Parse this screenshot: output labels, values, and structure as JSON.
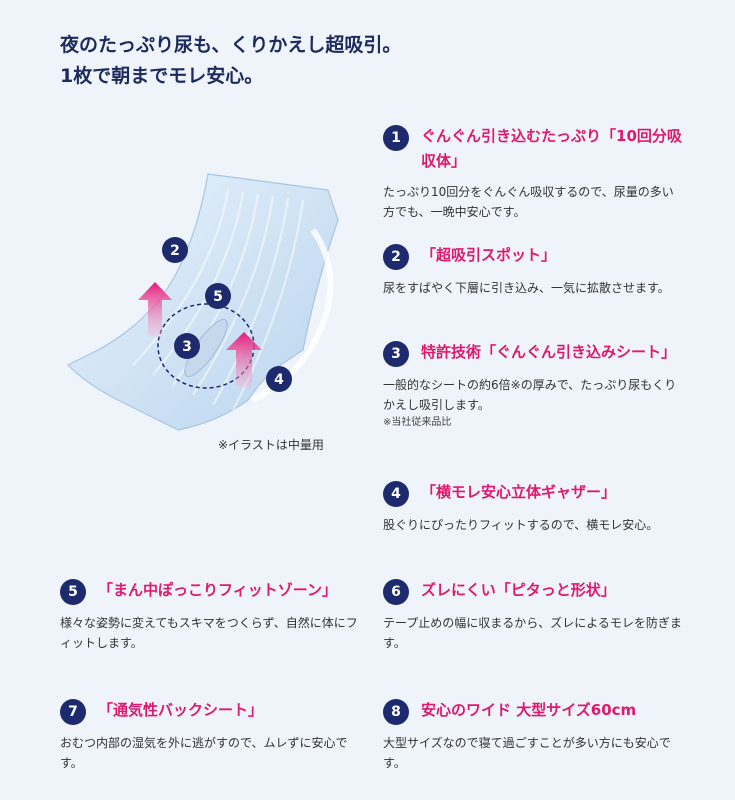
{
  "headline": {
    "line1": "夜のたっぷり尿も、くりかえし超吸引。",
    "line2": "1枚で朝までモレ安心。"
  },
  "illustration": {
    "note": "※イラストは中量用",
    "markers": [
      "2",
      "5",
      "3",
      "4"
    ],
    "colors": {
      "pad": "#cfe2f4",
      "arrow": "#e4187a",
      "marker": "#1d2a6e"
    }
  },
  "features": [
    {
      "num": "1",
      "title": "ぐんぐん引き込むたっぷり「10回分吸収体」",
      "desc": "たっぷり10回分をぐんぐん吸収するので、尿量の多い方でも、一晩中安心です。",
      "note": ""
    },
    {
      "num": "2",
      "title": "「超吸引スポット」",
      "desc": "尿をすばやく下層に引き込み、一気に拡散させます。",
      "note": ""
    },
    {
      "num": "3",
      "title": "特許技術「ぐんぐん引き込みシート」",
      "desc": "一般的なシートの約6倍※の厚みで、たっぷり尿もくりかえし吸引します。",
      "note": "※当社従来品比"
    },
    {
      "num": "4",
      "title": "「横モレ安心立体ギャザー」",
      "desc": "股ぐりにぴったりフィットするので、横モレ安心。",
      "note": ""
    },
    {
      "num": "5",
      "title": "「まん中ぽっこりフィットゾーン」",
      "desc": "様々な姿勢に変えてもスキマをつくらず、自然に体にフィットします。",
      "note": ""
    },
    {
      "num": "6",
      "title": "ズレにくい「ピタっと形状」",
      "desc": "テープ止めの幅に収まるから、ズレによるモレを防ぎます。",
      "note": ""
    },
    {
      "num": "7",
      "title": "「通気性バックシート」",
      "desc": "おむつ内部の湿気を外に逃がすので、ムレずに安心です。",
      "note": ""
    },
    {
      "num": "8",
      "title": "安心のワイド 大型サイズ60cm",
      "desc": "大型サイズなので寝て過ごすことが多い方にも安心です。",
      "note": ""
    }
  ]
}
